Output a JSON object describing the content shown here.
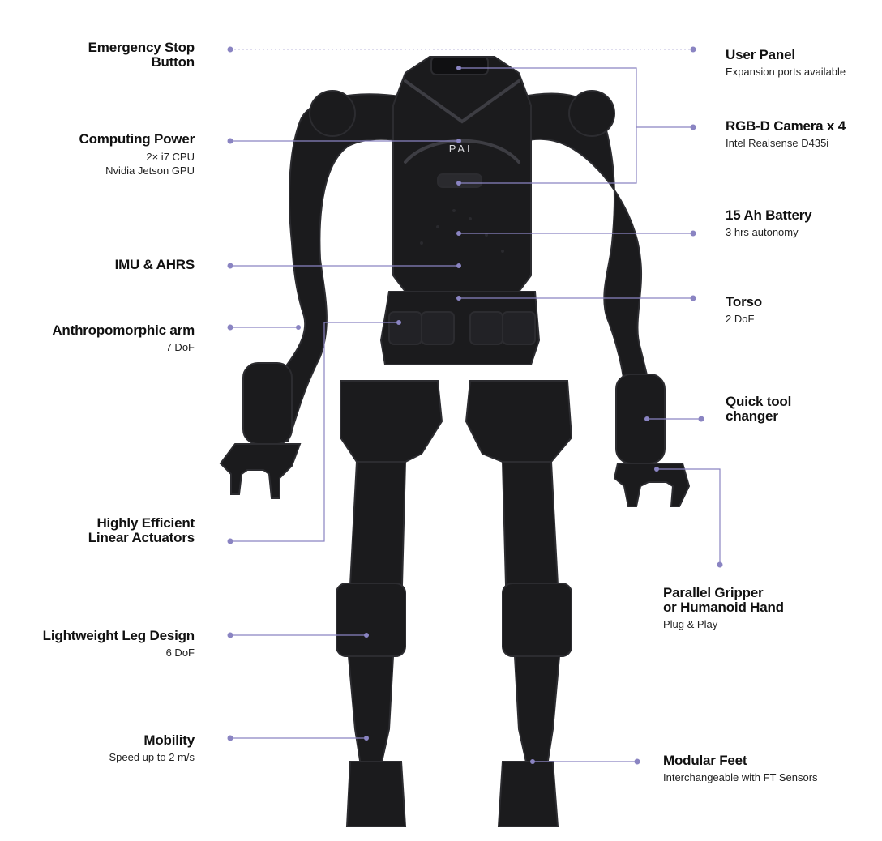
{
  "colors": {
    "callout": "#8a84c2",
    "robot": "#1b1b1d",
    "robot_edge": "#2c2c30",
    "robot_detail": "#3d3d43"
  },
  "robot": {
    "logo": "PAL"
  },
  "callouts": {
    "emergency_stop": {
      "title_l1": "Emergency Stop",
      "title_l2": "Button"
    },
    "computing": {
      "title": "Computing Power",
      "sub1": "2× i7 CPU",
      "sub2": "Nvidia Jetson GPU"
    },
    "imu": {
      "title": "IMU & AHRS"
    },
    "arm": {
      "title": "Anthropomorphic arm",
      "sub": "7 DoF"
    },
    "actuators": {
      "title_l1": "Highly Efficient",
      "title_l2": "Linear Actuators"
    },
    "leg": {
      "title": "Lightweight Leg Design",
      "sub": "6 DoF"
    },
    "mobility": {
      "title": "Mobility",
      "sub": "Speed up to 2 m/s"
    },
    "user_panel": {
      "title": "User Panel",
      "sub": "Expansion ports available"
    },
    "camera": {
      "title": "RGB-D Camera x 4",
      "sub": "Intel Realsense D435i"
    },
    "battery": {
      "title": "15 Ah Battery",
      "sub": "3 hrs autonomy"
    },
    "torso": {
      "title": "Torso",
      "sub": "2 DoF"
    },
    "tool_changer": {
      "title_l1": "Quick tool",
      "title_l2": "changer"
    },
    "gripper": {
      "title_l1": "Parallel Gripper",
      "title_l2": "or Humanoid Hand",
      "sub": "Plug & Play"
    },
    "feet": {
      "title": "Modular Feet",
      "sub": "Interchangeable with FT Sensors"
    }
  }
}
